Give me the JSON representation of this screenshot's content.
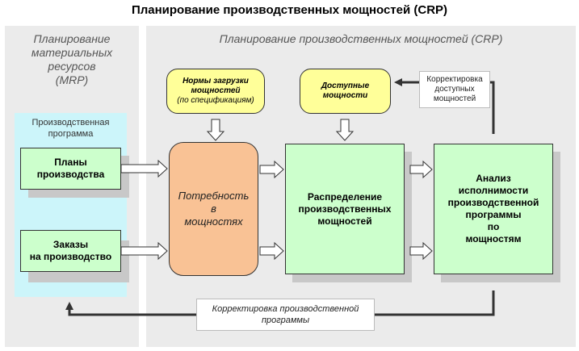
{
  "title": "Планирование производственных мощностей (CRP)",
  "mrp_panel": {
    "title_lines": [
      "Планирование",
      "материальных",
      "ресурсов",
      "(MRP)"
    ],
    "program_label_lines": [
      "Производственная",
      "программа"
    ],
    "plans": [
      "Планы",
      "производства"
    ],
    "orders": [
      "Заказы",
      "на производство"
    ]
  },
  "crp_panel": {
    "title": "Планирование производственных мощностей (CRP)",
    "norms": [
      "Нормы загрузки",
      "мощностей",
      "(по спецификациям)"
    ],
    "available": [
      "Доступные",
      "мощности"
    ],
    "correction_capacity": [
      "Корректировка",
      "доступных",
      "мощностей"
    ],
    "need": [
      "Потребность",
      "в",
      "мощностях"
    ],
    "distribution": [
      "Распределение",
      "производственных",
      "мощностей"
    ],
    "analysis": [
      "Анализ",
      "исполнимости",
      "производственной",
      "программы",
      "по",
      "мощностям"
    ],
    "correction_program": [
      "Корректировка производственной",
      "программы"
    ]
  }
}
